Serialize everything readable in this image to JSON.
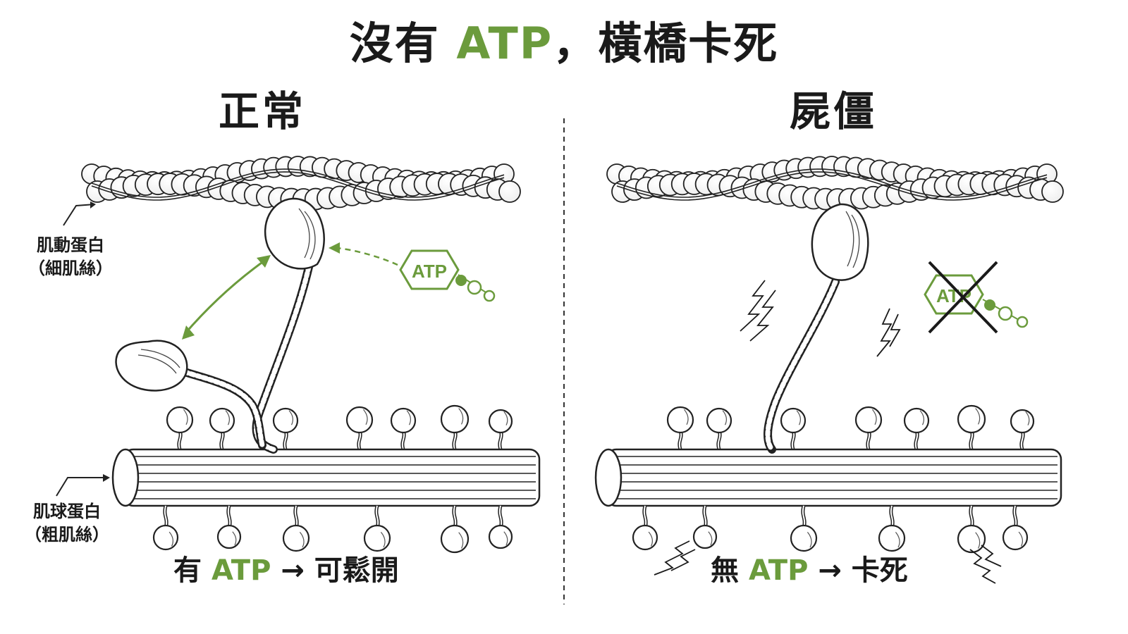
{
  "title": {
    "pre": "沒有 ",
    "hl": "ATP",
    "post": "，橫橋卡死"
  },
  "panels": {
    "left": {
      "title": "正常",
      "caption": {
        "pre": "有 ",
        "hl": "ATP",
        "post": " → 可鬆開"
      }
    },
    "right": {
      "title": "屍僵",
      "caption": {
        "pre": "無 ",
        "hl": "ATP",
        "post": " → 卡死"
      }
    }
  },
  "labels": {
    "actin": {
      "line1": "肌動蛋白",
      "line2": "（細肌絲）"
    },
    "myosin": {
      "line1": "肌球蛋白",
      "line2": "（粗肌絲）"
    }
  },
  "atp_badge": {
    "left": "ATP",
    "right": "ATP"
  },
  "colors": {
    "accent": "#6b9b3c",
    "ink": "#1a1a1a"
  }
}
